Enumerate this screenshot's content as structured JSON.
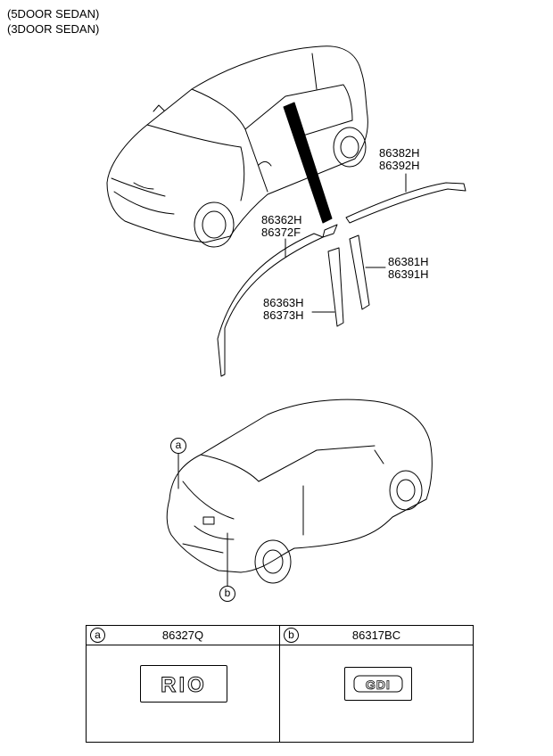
{
  "header": {
    "variant_1": "(5DOOR SEDAN)",
    "variant_2": "(3DOOR SEDAN)"
  },
  "parts": {
    "upper_rear_molding": [
      "86382H",
      "86392H"
    ],
    "front_pillar_molding": [
      "86362H",
      "86372F"
    ],
    "rear_pillar_tape": [
      "86381H",
      "86391H"
    ],
    "center_pillar_tape": [
      "86363H",
      "86373H"
    ]
  },
  "callouts": {
    "a": "a",
    "b": "b"
  },
  "legend": {
    "cells": [
      {
        "tag": "a",
        "part_number": "86327Q",
        "emblem_text": "RIO"
      },
      {
        "tag": "b",
        "part_number": "86317BC",
        "emblem_text": "GDI"
      }
    ]
  }
}
